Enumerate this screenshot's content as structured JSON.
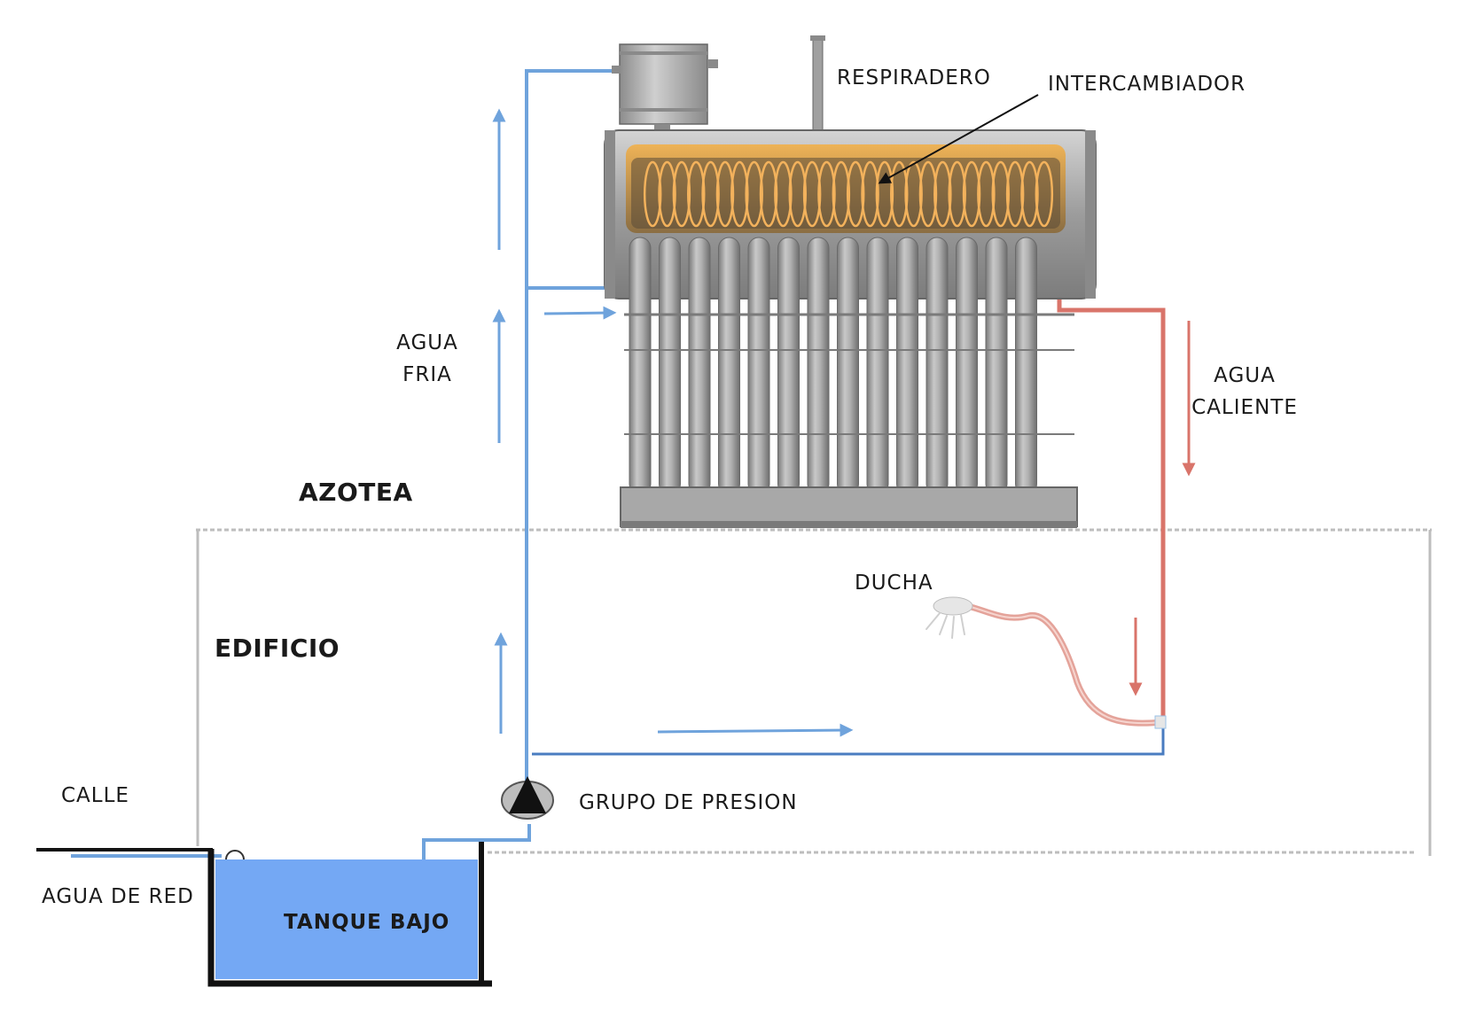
{
  "labels": {
    "respiradero": "RESPIRADERO",
    "intercambiador": "INTERCAMBIADOR",
    "agua_fria_1": "AGUA",
    "agua_fria_2": "FRIA",
    "agua_caliente_1": "AGUA",
    "agua_caliente_2": "CALIENTE",
    "azotea": "AZOTEA",
    "edificio": "EDIFICIO",
    "ducha": "DUCHA",
    "calle": "CALLE",
    "grupo_presion": "GRUPO DE PRESION",
    "agua_red": "AGUA DE RED",
    "tanque_bajo": "TANQUE BAJO"
  },
  "colors": {
    "cold_pipe": "#6fa3dc",
    "hot_pipe": "#d9746a",
    "tank_water": "#74a8f4",
    "collector_gray": "#9a9a9a",
    "exchanger_orange": "#f0a640",
    "building_outline": "#bdbdbd"
  }
}
